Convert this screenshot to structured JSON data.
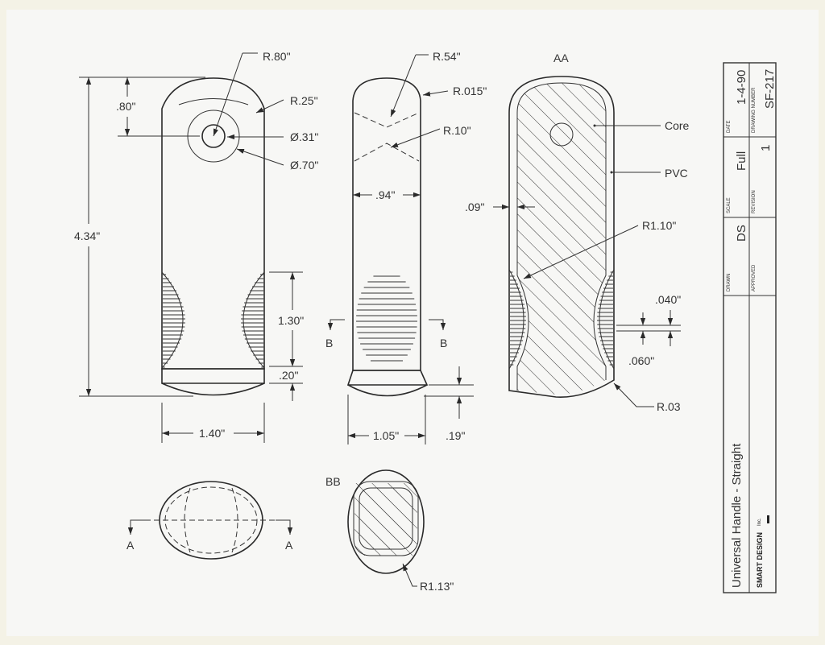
{
  "front_view": {
    "r80": "R.80\"",
    "r25": "R.25\"",
    "d31": "Ø.31\"",
    "d70": "Ø.70\"",
    "len": "4.34\"",
    "top": ".80\"",
    "grip": "1.30\"",
    "band": ".20\"",
    "width": "1.40\""
  },
  "side_view": {
    "r54": "R.54\"",
    "r015": "R.015\"",
    "r10": "R.10\"",
    "width94": ".94\"",
    "b_left": "B",
    "b_right": "B",
    "width105": "1.05\"",
    "h19": ".19\""
  },
  "section_aa": {
    "title": "AA",
    "core": "Core",
    "pvc": "PVC",
    "wall": ".09\"",
    "r110": "R1.10\"",
    "rib040": ".040\"",
    "gap060": ".060\"",
    "r03": "R.03"
  },
  "section_bb": {
    "title": "BB",
    "r113": "R1.13\""
  },
  "bottom_view": {
    "a_left": "A",
    "a_right": "A"
  },
  "title_block": {
    "title": "Universal Handle - Straight",
    "company": "SMART DESIGN",
    "company_suffix": "Inc.",
    "drawn_label": "DRAWN",
    "drawn": "DS",
    "scale_label": "SCALE",
    "scale": "Full",
    "date_label": "DATE",
    "date": "1-4-90",
    "approved_label": "APPROVED",
    "revision_label": "REVISION",
    "revision": "1",
    "drawing_number_label": "DRAWING NUMBER",
    "drawing_number": "SF-217"
  }
}
